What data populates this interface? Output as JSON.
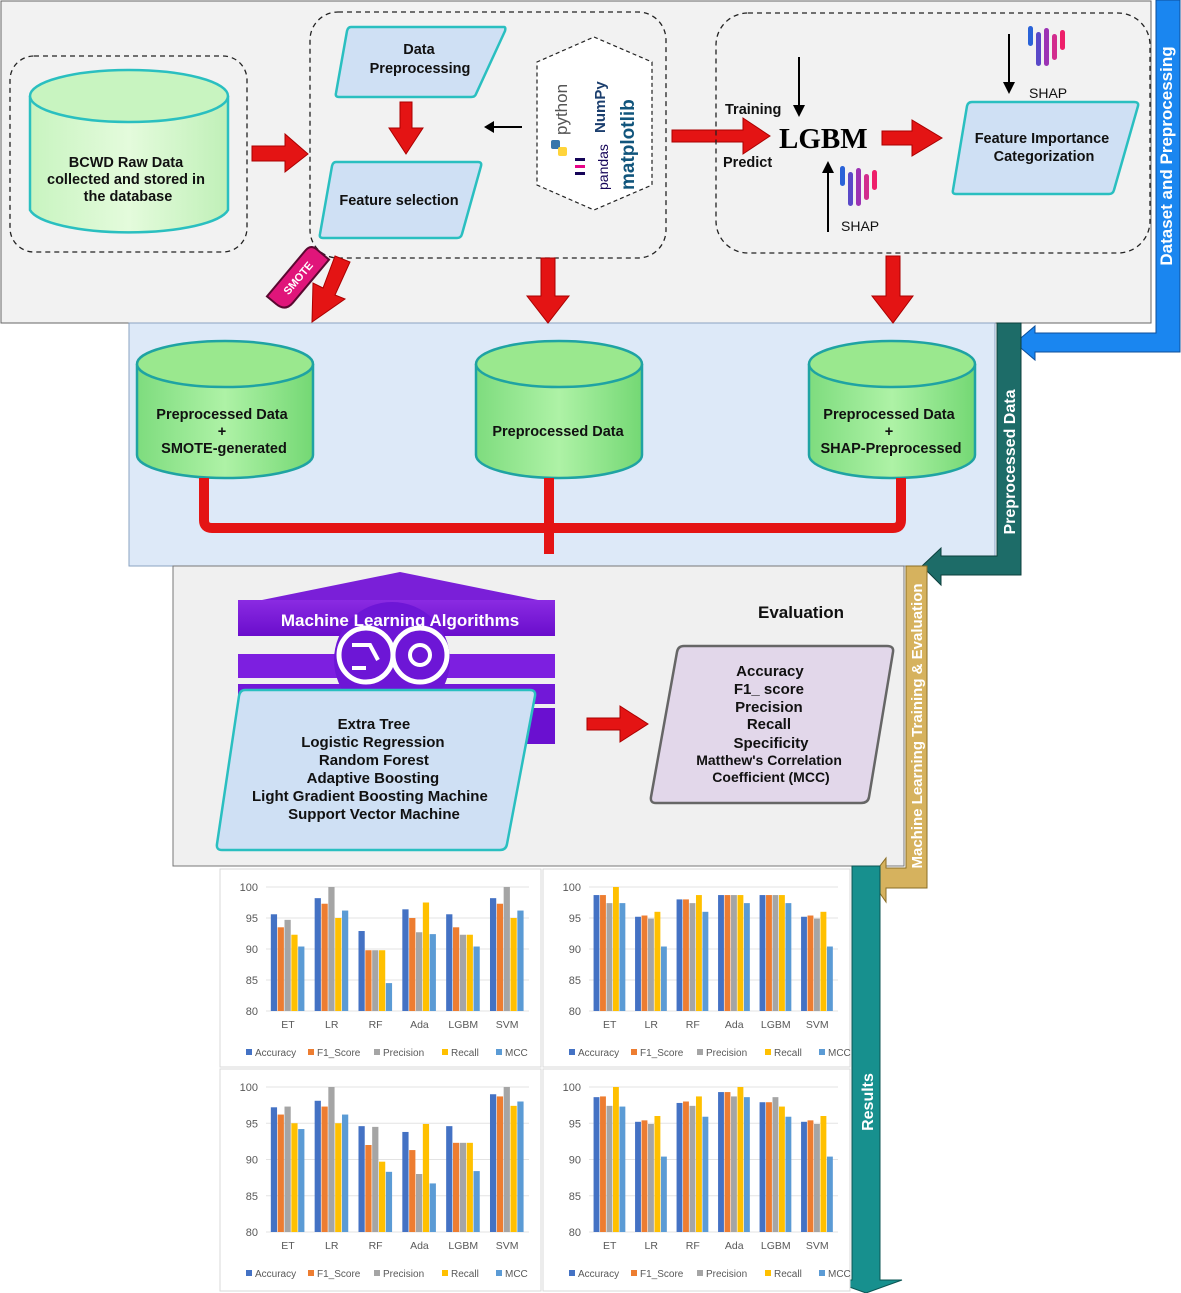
{
  "raw_data": {
    "lines": [
      "BCWD Raw Data",
      "collected and stored in",
      "the database"
    ]
  },
  "preprocessing": {
    "data_preprocessing": [
      "Data",
      "Preprocessing"
    ],
    "feature_selection": "Feature selection",
    "smote_tag": "SMOTE",
    "libraries": [
      "python",
      "NumPy",
      "pandas",
      "matplotlib"
    ]
  },
  "lgbm_block": {
    "model": "LGBM",
    "training": "Training",
    "predict": "Predict",
    "shap_top": "SHAP",
    "shap_bottom": "SHAP",
    "feature_importance": [
      "Feature Importance",
      "Categorization"
    ]
  },
  "datasets": [
    {
      "lines": [
        "Preprocessed Data",
        "+",
        "SMOTE-generated"
      ]
    },
    {
      "lines": [
        "Preprocessed Data"
      ]
    },
    {
      "lines": [
        "Preprocessed Data",
        "+",
        "SHAP-Preprocessed"
      ]
    }
  ],
  "side_labels": {
    "dataset": "Dataset and Preprocessing",
    "preprocessed": "Preprocessed Data",
    "ml": "Machine Learning Training & Evaluation",
    "results": "Results"
  },
  "side_colors": {
    "dataset": "#1a86f0",
    "preprocessed": "#1d6c68",
    "ml": "#d6b25e",
    "results": "#17908e"
  },
  "ml": {
    "banner": "Machine Learning Algorithms",
    "algorithms": [
      "Extra Tree",
      "Logistic Regression",
      "Random Forest",
      "Adaptive Boosting",
      "Light Gradient Boosting Machine",
      "Support Vector Machine"
    ]
  },
  "evaluation": {
    "title": "Evaluation",
    "metrics": [
      "Accuracy",
      "F1_ score",
      "Precision",
      "Recall",
      "Specificity",
      "Matthew's Correlation",
      "Coefficient (MCC)"
    ]
  },
  "chart_data": [
    {
      "type": "bar",
      "categories": [
        "ET",
        "LR",
        "RF",
        "Ada",
        "LGBM",
        "SVM"
      ],
      "ylim": [
        80,
        100
      ],
      "yticks": [
        80,
        85,
        90,
        95,
        100
      ],
      "series": [
        {
          "name": "Accuracy",
          "color": "#4472c4",
          "values": [
            95.6,
            98.2,
            92.9,
            96.4,
            95.6,
            98.2
          ]
        },
        {
          "name": "F1_Score",
          "color": "#ed7d31",
          "values": [
            93.5,
            97.3,
            89.8,
            95.0,
            93.5,
            97.3
          ]
        },
        {
          "name": "Precision",
          "color": "#a5a5a5",
          "values": [
            94.7,
            100,
            89.8,
            92.7,
            92.3,
            100
          ]
        },
        {
          "name": "Recall",
          "color": "#ffc000",
          "values": [
            92.3,
            95.0,
            89.8,
            97.5,
            92.3,
            95.0
          ]
        },
        {
          "name": "MCC",
          "color": "#5b9bd5",
          "values": [
            90.4,
            96.2,
            84.5,
            92.4,
            90.4,
            96.2
          ]
        }
      ]
    },
    {
      "type": "bar",
      "categories": [
        "ET",
        "LR",
        "RF",
        "Ada",
        "LGBM",
        "SVM"
      ],
      "ylim": [
        80,
        100
      ],
      "yticks": [
        80,
        85,
        90,
        95,
        100
      ],
      "series": [
        {
          "name": "Accuracy",
          "color": "#4472c4",
          "values": [
            98.7,
            95.2,
            98.0,
            98.7,
            98.7,
            95.2
          ]
        },
        {
          "name": "F1_Score",
          "color": "#ed7d31",
          "values": [
            98.7,
            95.4,
            98.0,
            98.7,
            98.7,
            95.4
          ]
        },
        {
          "name": "Precision",
          "color": "#a5a5a5",
          "values": [
            97.4,
            94.9,
            97.4,
            98.7,
            98.7,
            94.9
          ]
        },
        {
          "name": "Recall",
          "color": "#ffc000",
          "values": [
            100,
            96.0,
            98.7,
            98.7,
            98.7,
            96.0
          ]
        },
        {
          "name": "MCC",
          "color": "#5b9bd5",
          "values": [
            97.4,
            90.4,
            96.0,
            97.4,
            97.4,
            90.4
          ]
        }
      ]
    },
    {
      "type": "bar",
      "categories": [
        "ET",
        "LR",
        "RF",
        "Ada",
        "LGBM",
        "SVM"
      ],
      "ylim": [
        80,
        100
      ],
      "yticks": [
        80,
        85,
        90,
        95,
        100
      ],
      "series": [
        {
          "name": "Accuracy",
          "color": "#4472c4",
          "values": [
            97.2,
            98.1,
            94.6,
            93.8,
            94.6,
            99.0
          ]
        },
        {
          "name": "F1_Score",
          "color": "#ed7d31",
          "values": [
            96.2,
            97.3,
            92.0,
            91.3,
            92.3,
            98.7
          ]
        },
        {
          "name": "Precision",
          "color": "#a5a5a5",
          "values": [
            97.3,
            100,
            94.5,
            88.0,
            92.3,
            100
          ]
        },
        {
          "name": "Recall",
          "color": "#ffc000",
          "values": [
            95.0,
            95.0,
            89.7,
            94.9,
            92.3,
            97.4
          ]
        },
        {
          "name": "MCC",
          "color": "#5b9bd5",
          "values": [
            94.2,
            96.2,
            88.3,
            86.7,
            88.4,
            98.0
          ]
        }
      ]
    },
    {
      "type": "bar",
      "categories": [
        "ET",
        "LR",
        "RF",
        "Ada",
        "LGBM",
        "SVM"
      ],
      "ylim": [
        80,
        100
      ],
      "yticks": [
        80,
        85,
        90,
        95,
        100
      ],
      "series": [
        {
          "name": "Accuracy",
          "color": "#4472c4",
          "values": [
            98.6,
            95.2,
            97.8,
            99.3,
            97.9,
            95.2
          ]
        },
        {
          "name": "F1_Score",
          "color": "#ed7d31",
          "values": [
            98.7,
            95.4,
            98.0,
            99.3,
            97.9,
            95.4
          ]
        },
        {
          "name": "Precision",
          "color": "#a5a5a5",
          "values": [
            97.4,
            94.9,
            97.4,
            98.7,
            98.6,
            94.9
          ]
        },
        {
          "name": "Recall",
          "color": "#ffc000",
          "values": [
            100,
            96.0,
            98.7,
            100,
            97.3,
            96.0
          ]
        },
        {
          "name": "MCC",
          "color": "#5b9bd5",
          "values": [
            97.3,
            90.4,
            95.9,
            98.6,
            95.9,
            90.4
          ]
        }
      ]
    }
  ]
}
